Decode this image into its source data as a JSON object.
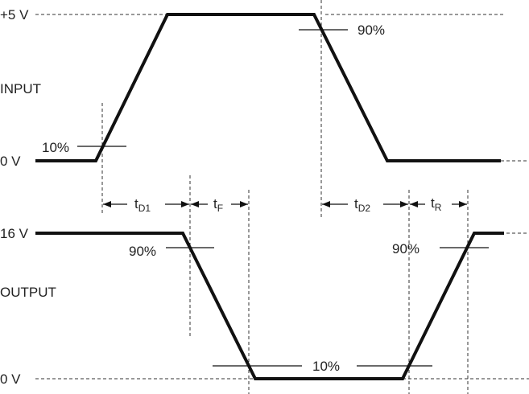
{
  "input": {
    "label": "INPUT",
    "high_level": "+5 V",
    "low_level": "0 V",
    "pct_high": "90%",
    "pct_low": "10%"
  },
  "output": {
    "label": "OUTPUT",
    "high_level": "16 V",
    "low_level": "0 V",
    "pct_left": "90%",
    "pct_right": "90%",
    "pct_low": "10%"
  },
  "intervals": {
    "td1": {
      "main": "t",
      "sub": "D1"
    },
    "tf": {
      "main": "t",
      "sub": "F"
    },
    "td2": {
      "main": "t",
      "sub": "D2"
    },
    "tr": {
      "main": "t",
      "sub": "R"
    }
  }
}
